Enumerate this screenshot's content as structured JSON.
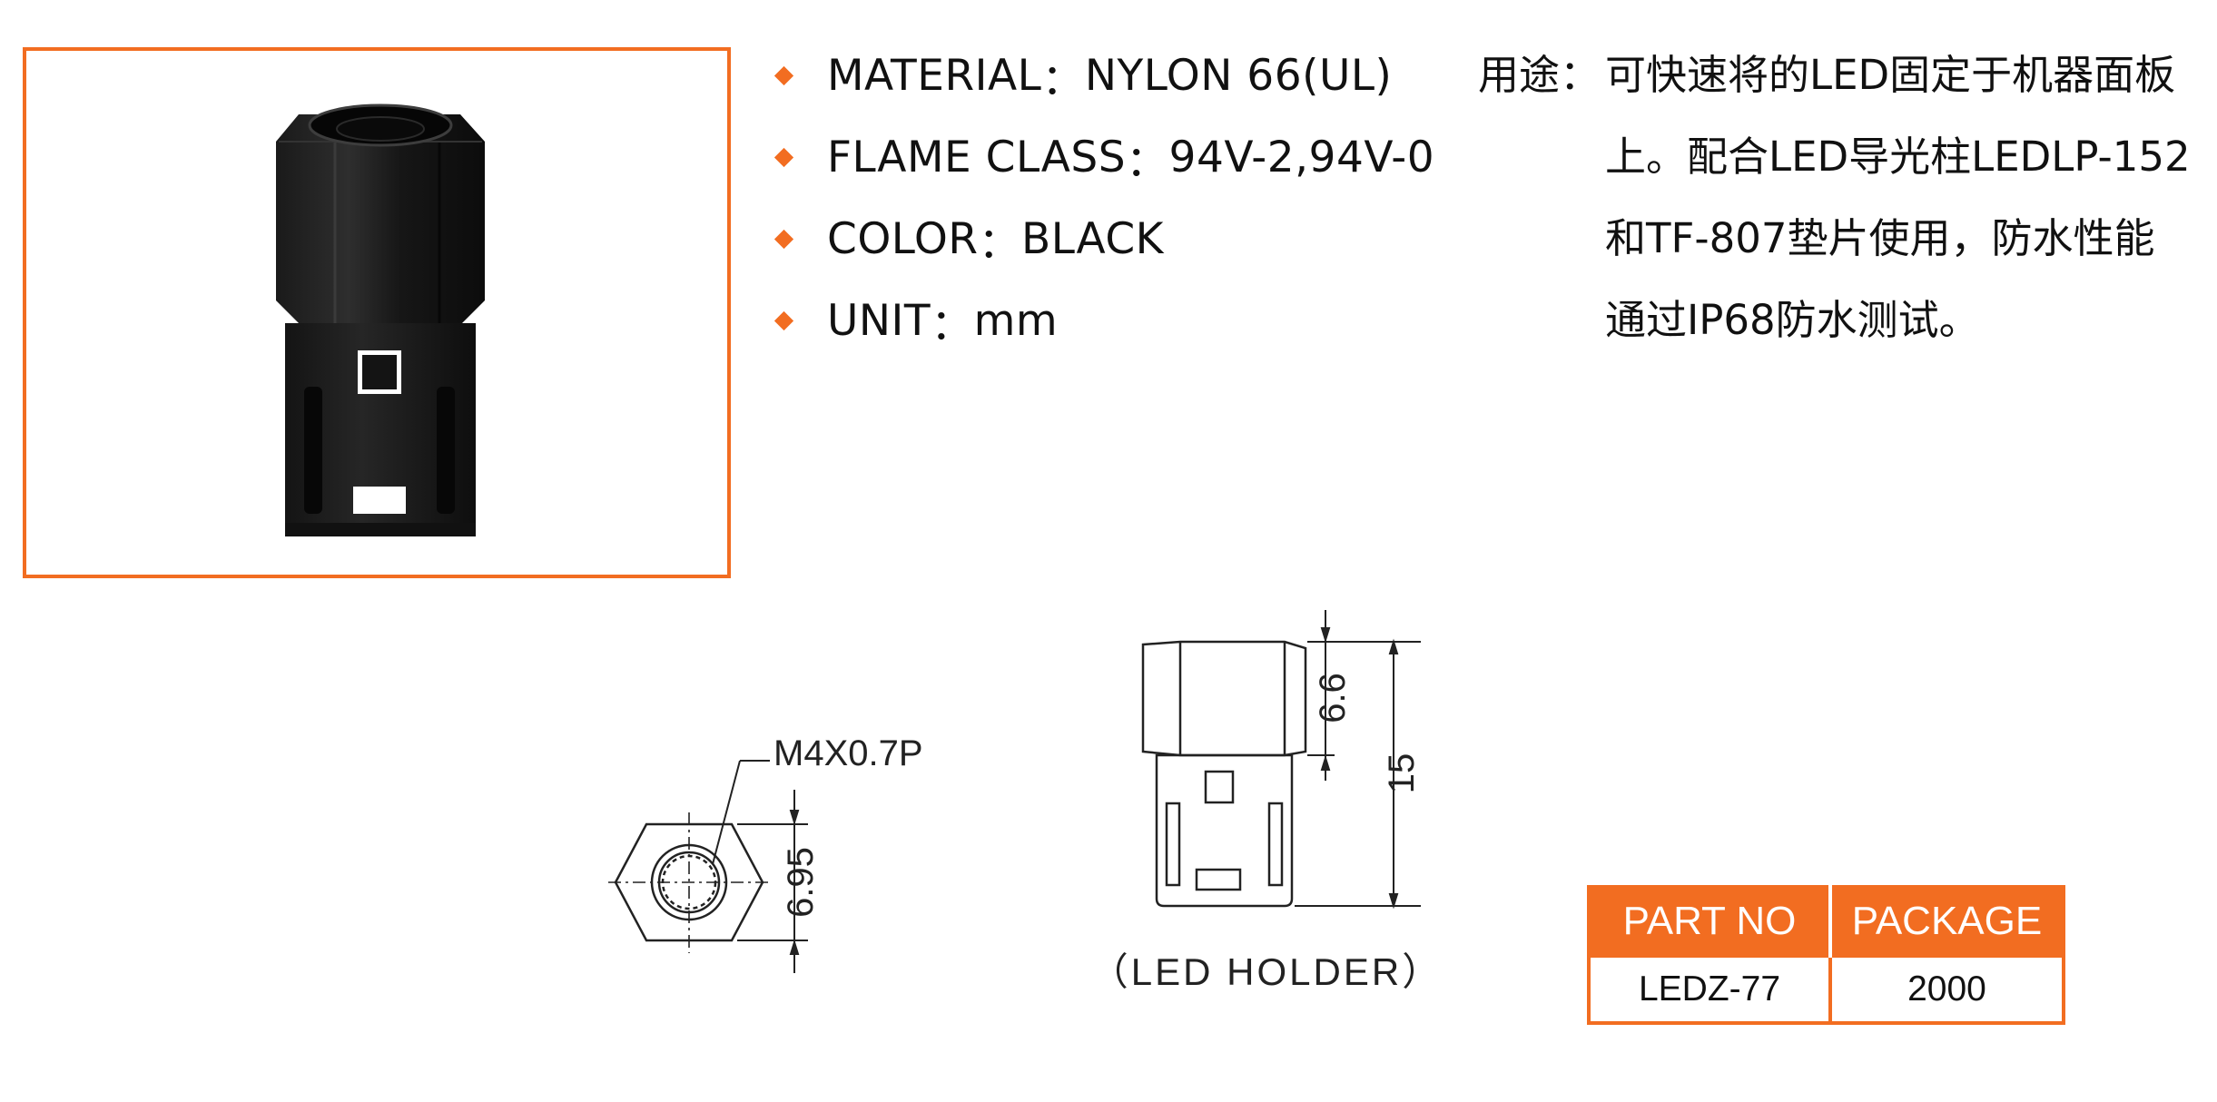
{
  "product_photo": {
    "subject": "black nylon LED holder",
    "accent_color": "#f26d21"
  },
  "specs": [
    {
      "label": "MATERIAL",
      "sep": "：",
      "value": "NYLON 66(UL)"
    },
    {
      "label": "FLAME CLASS",
      "sep": "：",
      "value": "94V-2,94V-0"
    },
    {
      "label": "COLOR",
      "sep": "：",
      "value": "BLACK"
    },
    {
      "label": "UNIT",
      "sep": "：",
      "value": "mm"
    }
  ],
  "usage": {
    "label": "用途：",
    "lines": [
      "可快速将的LED固定于机器面板",
      "上。配合LED导光柱LEDLP-152",
      "和TF-807垫片使用，防水性能",
      "通过IP68防水测试。"
    ]
  },
  "drawing": {
    "thread_label": "M4X0.7P",
    "dim_hex_width": "6.95",
    "dim_hex_height": "6.6",
    "dim_total_height": "15",
    "caption": "（LED HOLDER）"
  },
  "table": {
    "headers": [
      "PART NO",
      "PACKAGE"
    ],
    "rows": [
      [
        "LEDZ-77",
        "2000"
      ]
    ]
  },
  "colors": {
    "accent": "#f26d21",
    "text": "#111111",
    "line": "#222222"
  }
}
